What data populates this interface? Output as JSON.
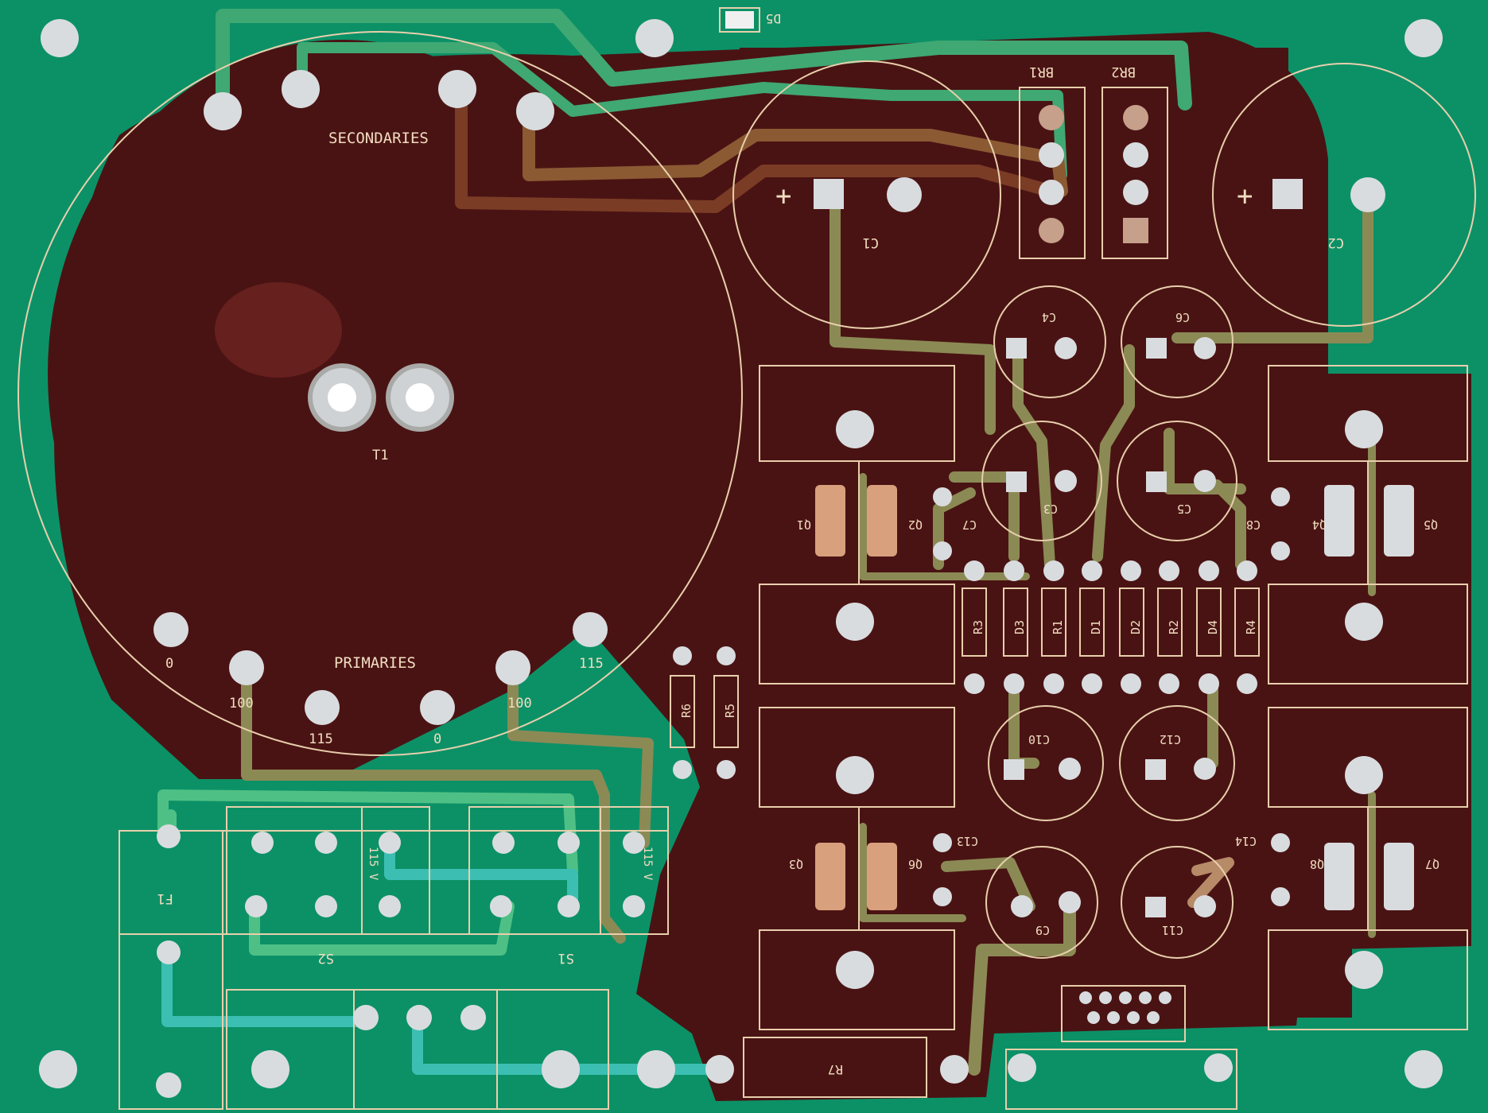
{
  "colors": {
    "mask": "#0c9167",
    "copper": "#4a1313",
    "trace_green": "#3fa873",
    "trace_teal": "#3cbfb2",
    "trace_olive": "#8b8a55",
    "trace_brown": "#7b3c26",
    "silk": "#e8cfac",
    "pad": "#d9dcdf"
  },
  "labels": {
    "d5": "D5",
    "br1": "BR1",
    "br2": "BR2",
    "secondaries": "SECONDARIES",
    "t1": "T1",
    "primaries": "PRIMARIES",
    "p0_left": "0",
    "p100_left": "100",
    "p115_left": "115",
    "p0_mid": "0",
    "p100_right": "100",
    "p115_right": "115",
    "c1": "C1",
    "c2": "C2",
    "c3": "C3",
    "c4": "C4",
    "c5": "C5",
    "c6": "C6",
    "c7": "C7",
    "c8": "C8",
    "c9": "C9",
    "c10": "C10",
    "c11": "C11",
    "c12": "C12",
    "c13": "C13",
    "c14": "C14",
    "q1": "Q1",
    "q2": "Q2",
    "q3": "Q3",
    "q4": "Q4",
    "q5": "Q5",
    "q6": "Q6",
    "q7": "Q7",
    "q8": "Q8",
    "r1": "R1",
    "r2": "R2",
    "r3": "R3",
    "r4": "R4",
    "r5": "R5",
    "r6": "R6",
    "r7": "R7",
    "d1": "D1",
    "d2": "D2",
    "d3": "D3",
    "d4": "D4",
    "f1": "F1",
    "s1": "S1",
    "s2": "S2",
    "v115_left": "115 V",
    "v115_right": "115 V",
    "plus_c1": "+",
    "plus_c2": "+"
  }
}
